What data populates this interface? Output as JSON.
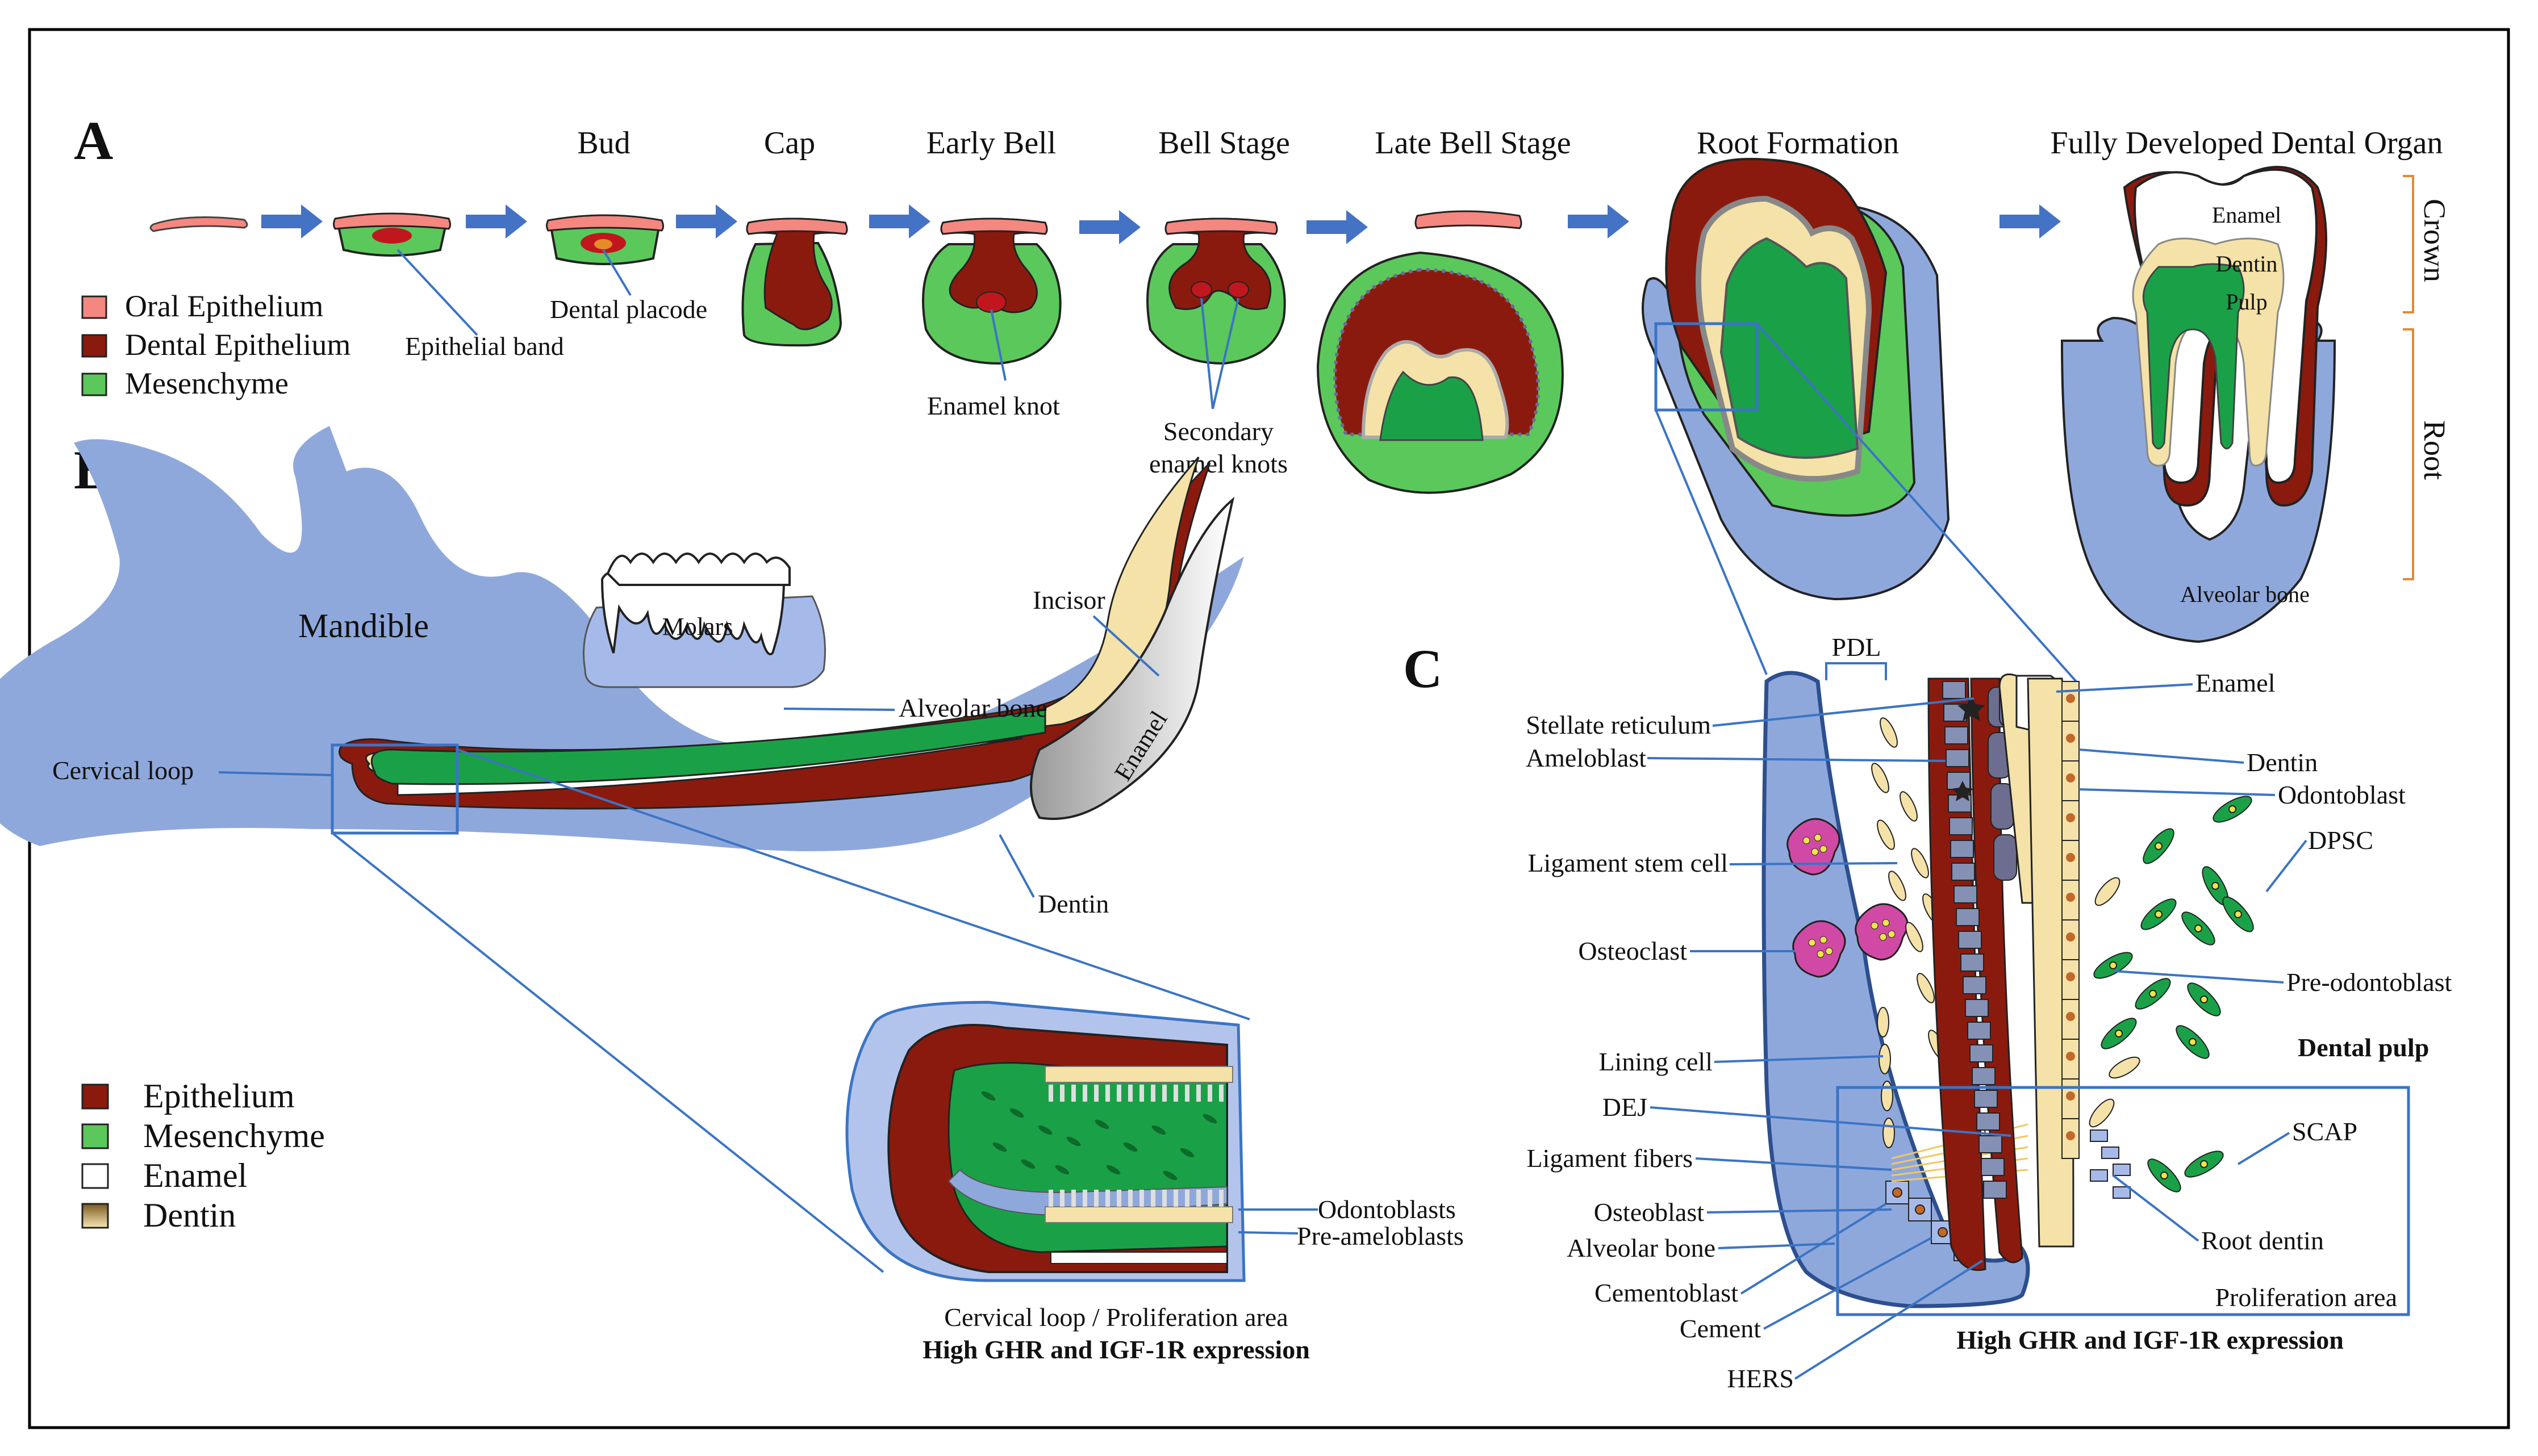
{
  "panels": {
    "a": "A",
    "b": "B",
    "c": "C"
  },
  "stages": {
    "bud": "Bud",
    "cap": "Cap",
    "early_bell": "Early Bell",
    "bell": "Bell Stage",
    "late_bell": "Late Bell Stage",
    "root_formation": "Root Formation",
    "fully_developed": "Fully Developed Dental Organ"
  },
  "legend_a": [
    {
      "label": "Oral Epithelium",
      "color": "#f4877f"
    },
    {
      "label": "Dental Epithelium",
      "color": "#8b1a0e"
    },
    {
      "label": "Mesenchyme",
      "color": "#5bc85b"
    }
  ],
  "labels_a": {
    "epithelial_band": "Epithelial band",
    "dental_placode": "Dental placode",
    "enamel_knot": "Enamel knot",
    "secondary_knots_1": "Secondary",
    "secondary_knots_2": "enamel knots",
    "tooth_enamel": "Enamel",
    "tooth_dentin": "Dentin",
    "tooth_pulp": "Pulp",
    "tooth_bone": "Alveolar bone",
    "crown": "Crown",
    "root": "Root"
  },
  "labels_b": {
    "mandible": "Mandible",
    "molars": "Molars",
    "incisor": "Incisor",
    "alveolar_bone": "Alveolar bone",
    "enamel": "Enamel",
    "cervical_loop": "Cervical loop",
    "dentin": "Dentin",
    "odontoblasts": "Odontoblasts",
    "pre_ameloblasts": "Pre-ameloblasts",
    "caption_1": "Cervical loop / Proliferation area",
    "caption_2": "High GHR and IGF-1R expression"
  },
  "legend_b": [
    {
      "label": "Epithelium",
      "color": "#8b1a0e"
    },
    {
      "label": "Mesenchyme",
      "color": "#5bc85b"
    },
    {
      "label": "Enamel",
      "color": "#ffffff"
    },
    {
      "label": "Dentin",
      "color": "#f5e2a8"
    }
  ],
  "labels_c": {
    "pdl": "PDL",
    "stellate_reticulum": "Stellate reticulum",
    "ameloblast": "Ameloblast",
    "ligament_stem_cell": "Ligament stem cell",
    "osteoclast": "Osteoclast",
    "lining_cell": "Lining cell",
    "dej": "DEJ",
    "ligament_fibers": "Ligament fibers",
    "osteoblast": "Osteoblast",
    "alveolar_bone": "Alveolar bone",
    "cementoblast": "Cementoblast",
    "cement": "Cement",
    "hers": "HERS",
    "enamel": "Enamel",
    "dentin": "Dentin",
    "odontoblast": "Odontoblast",
    "dpsc": "DPSC",
    "pre_odontoblast": "Pre-odontoblast",
    "dental_pulp": "Dental pulp",
    "scap": "SCAP",
    "root_dentin": "Root dentin",
    "proliferation_area": "Proliferation area",
    "caption": "High GHR and IGF-1R expression"
  }
}
